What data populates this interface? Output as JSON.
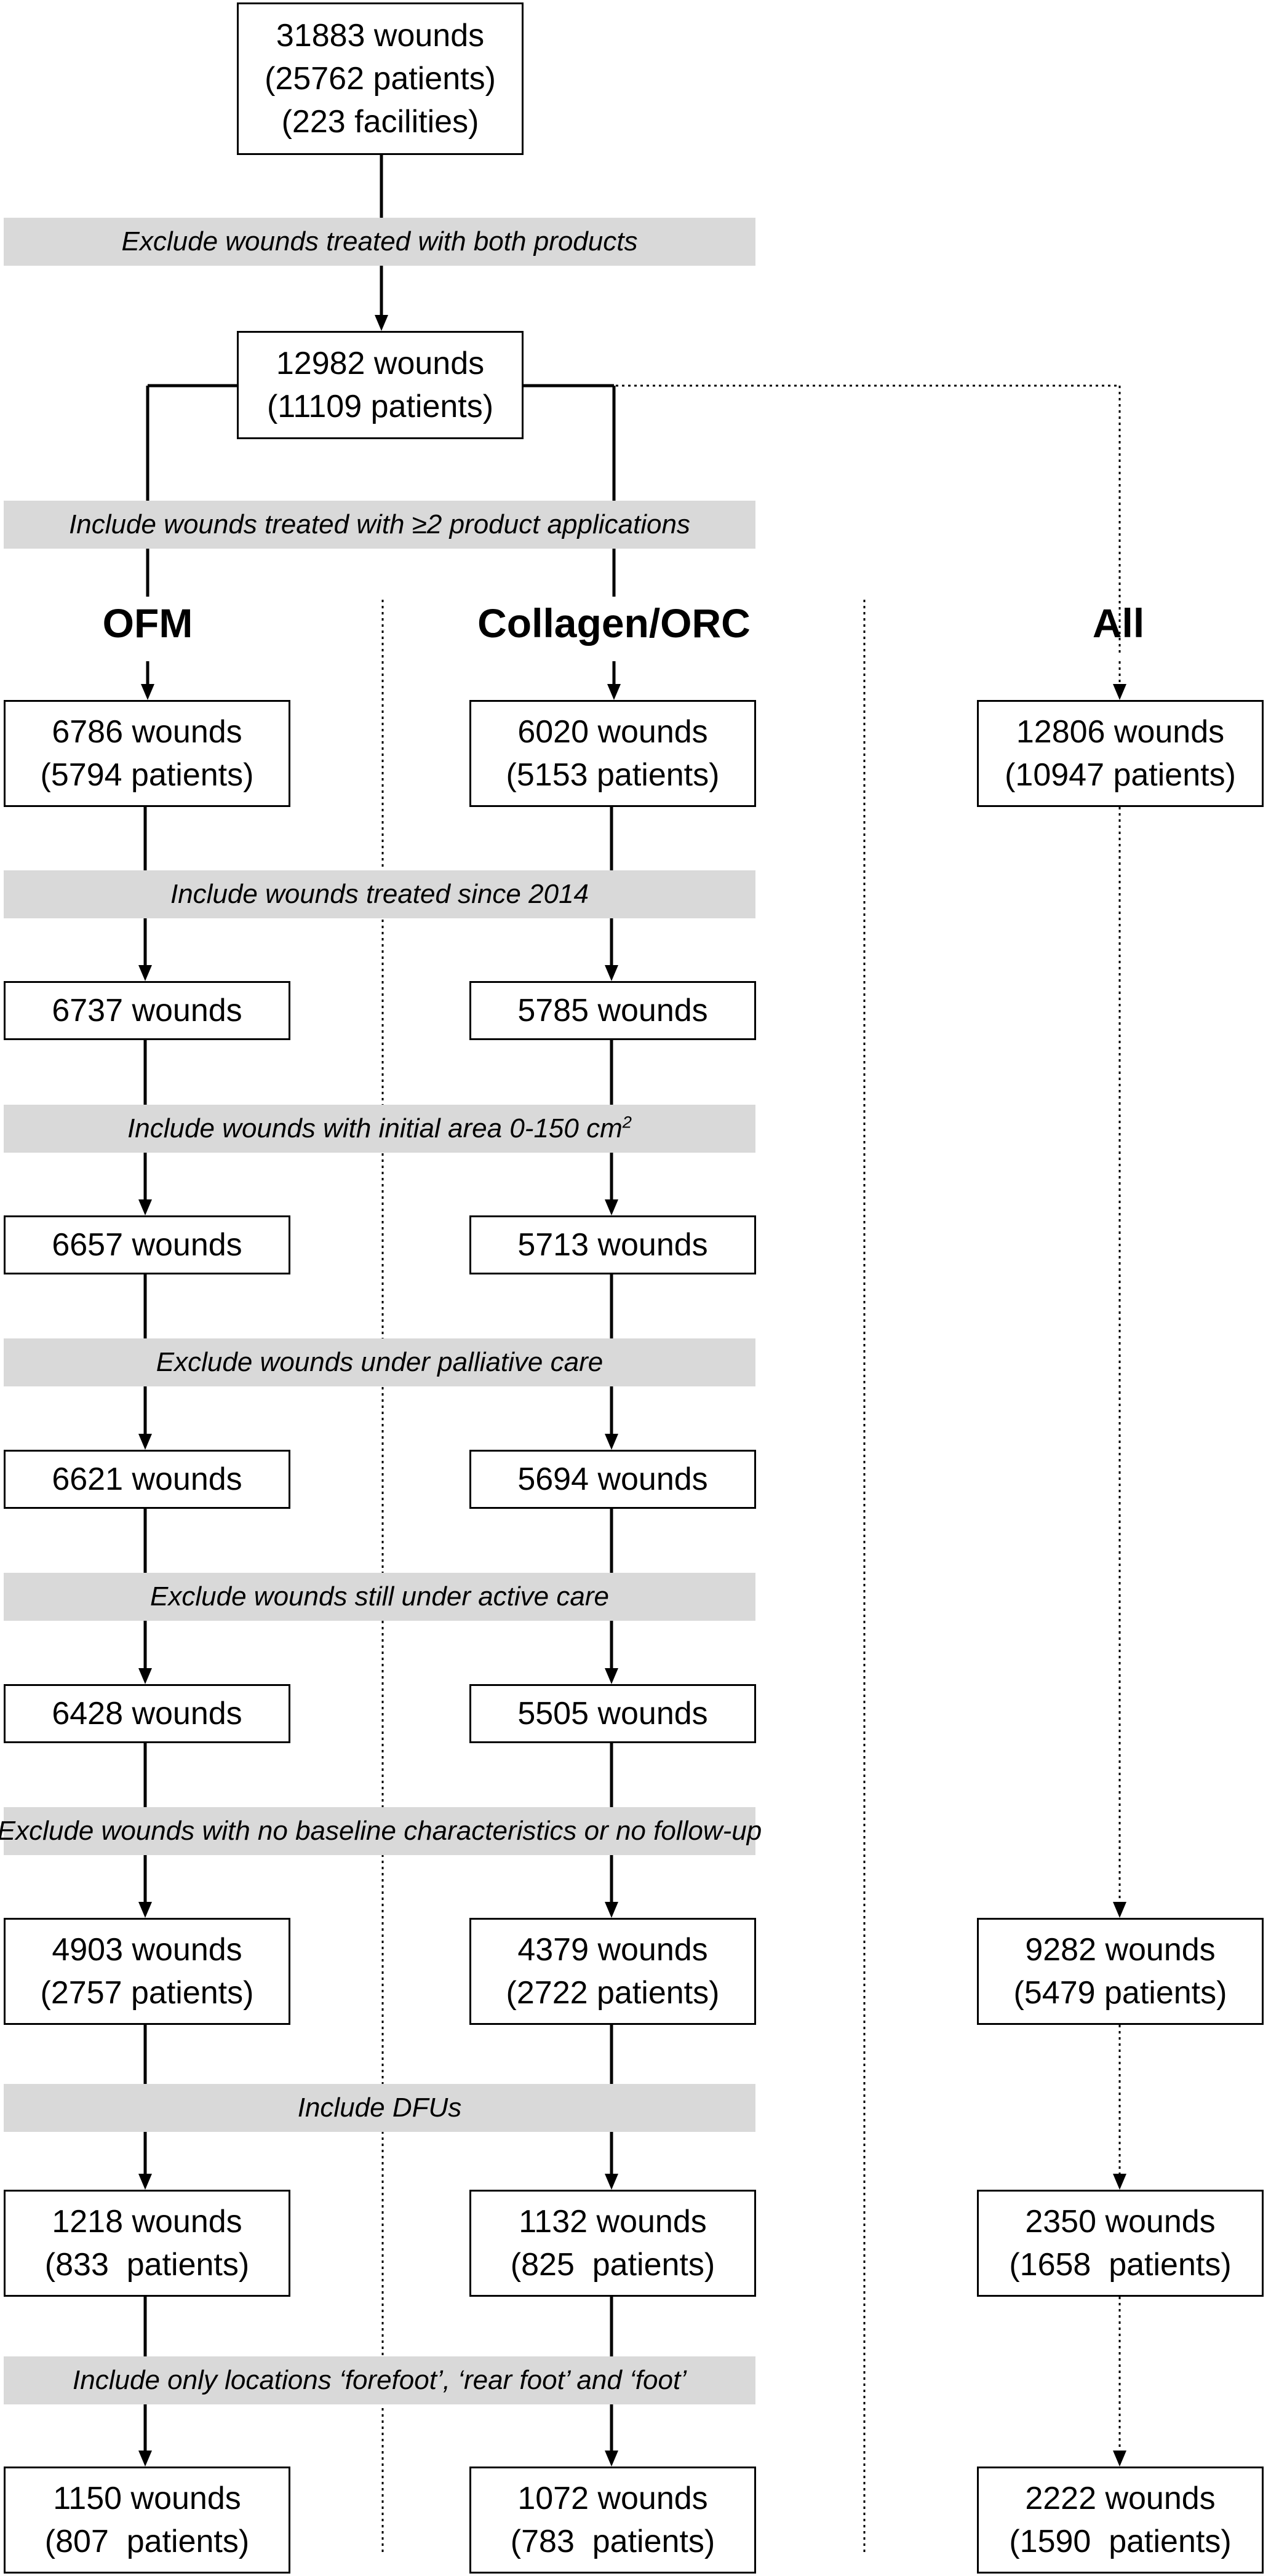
{
  "columns": {
    "ofm": "OFM",
    "collagen": "Collagen/ORC",
    "all": "All"
  },
  "top": {
    "start": [
      "31883 wounds",
      "(25762 patients)",
      "(223 facilities)"
    ],
    "merged": [
      "12982 wounds",
      "(11109 patients)"
    ]
  },
  "filters": {
    "f1": "Exclude wounds treated with both products",
    "f2": "Include wounds treated with ≥2 product applications",
    "f3": "Include wounds treated since 2014",
    "f4": "Include wounds with initial area 0-150 cm",
    "f4_sup": "2",
    "f5": "Exclude wounds under palliative care",
    "f6": "Exclude wounds still under active care",
    "f7": "Exclude wounds with no baseline characteristics or no follow-up",
    "f8": "Include DFUs",
    "f9": "Include only locations ‘forefoot’, ‘rear foot’ and ‘foot’"
  },
  "ofm": {
    "s1": [
      "6786 wounds",
      "(5794 patients)"
    ],
    "s2": [
      "6737 wounds"
    ],
    "s3": [
      "6657 wounds"
    ],
    "s4": [
      "6621 wounds"
    ],
    "s5": [
      "6428 wounds"
    ],
    "s6": [
      "4903 wounds",
      "(2757 patients)"
    ],
    "s7": [
      "1218 wounds",
      "(833  patients)"
    ],
    "s8": [
      "1150 wounds",
      "(807  patients)"
    ]
  },
  "collagen": {
    "s1": [
      "6020 wounds",
      "(5153 patients)"
    ],
    "s2": [
      "5785 wounds"
    ],
    "s3": [
      "5713 wounds"
    ],
    "s4": [
      "5694 wounds"
    ],
    "s5": [
      "5505 wounds"
    ],
    "s6": [
      "4379 wounds",
      "(2722 patients)"
    ],
    "s7": [
      "1132 wounds",
      "(825  patients)"
    ],
    "s8": [
      "1072 wounds",
      "(783  patients)"
    ]
  },
  "all": {
    "s1": [
      "12806 wounds",
      "(10947 patients)"
    ],
    "s6": [
      "9282 wounds",
      "(5479 patients)"
    ],
    "s7": [
      "2350 wounds",
      "(1658  patients)"
    ],
    "s8": [
      "2222 wounds",
      "(1590  patients)"
    ]
  }
}
